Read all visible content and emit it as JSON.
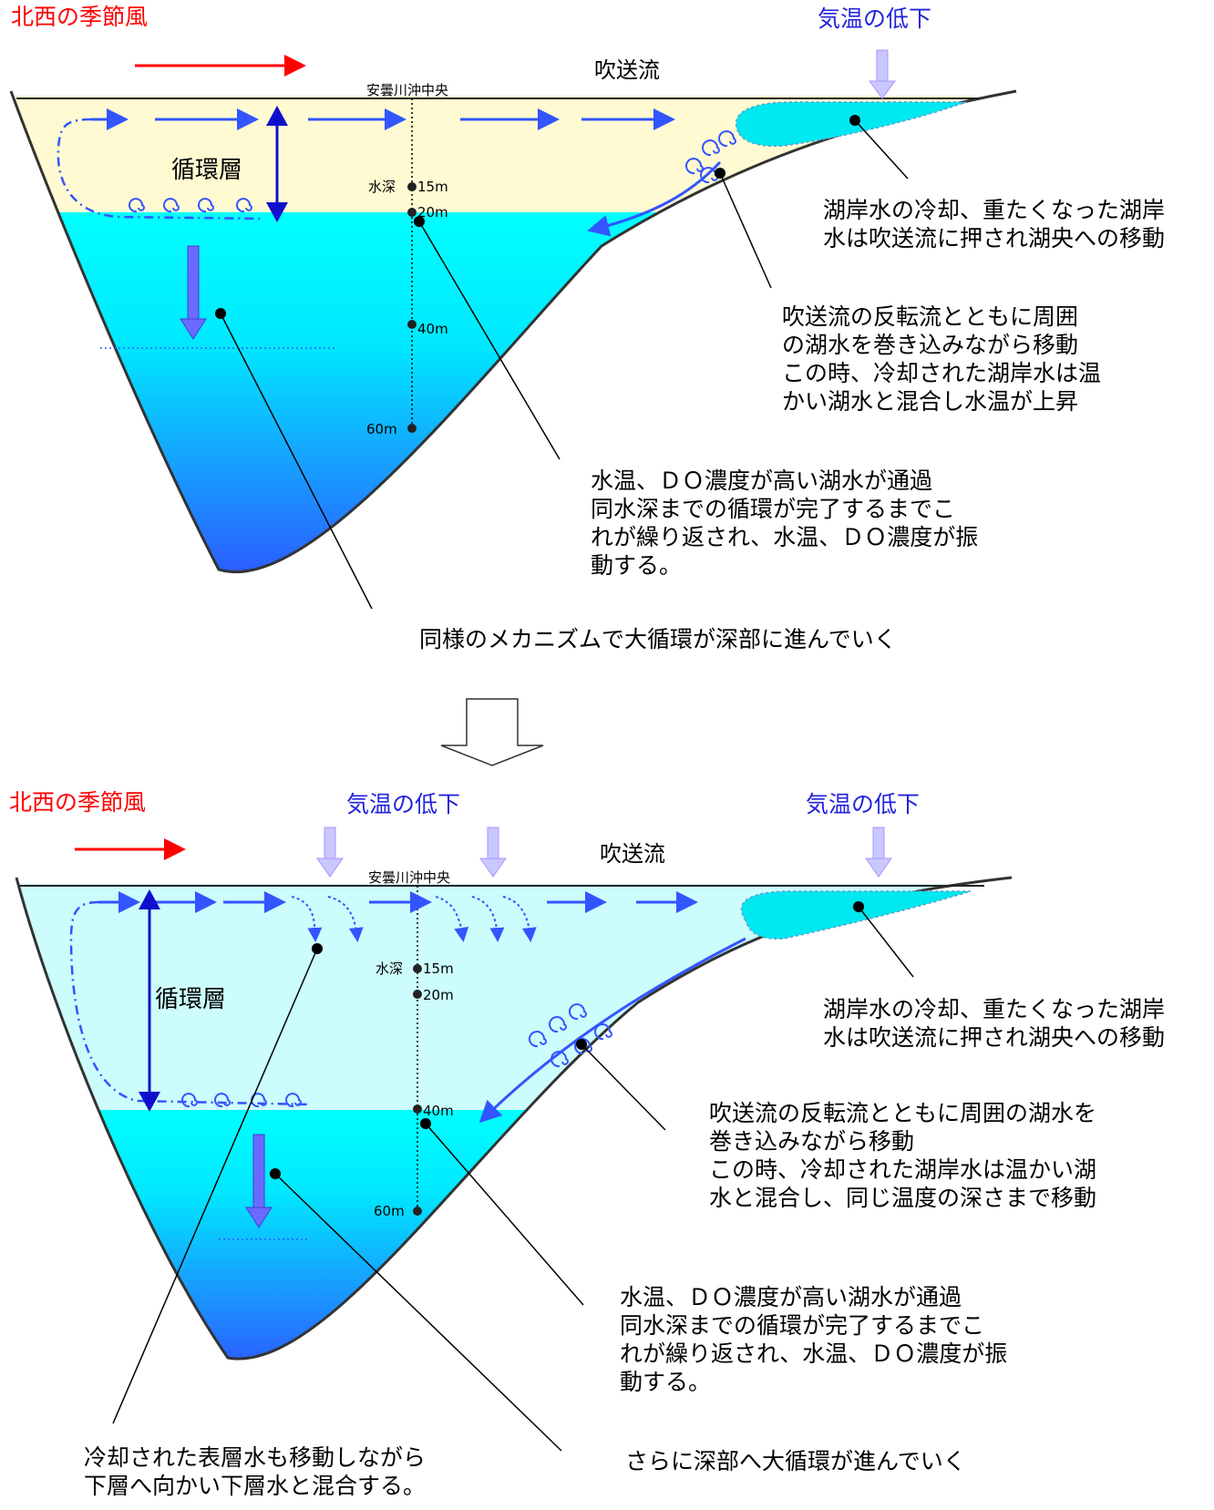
{
  "top": {
    "wind_label": "北西の季節風",
    "cooling_label": "気温の低下",
    "current_label": "吹送流",
    "station_label": "安曇川沖中央",
    "layer_label": "循環層",
    "depth_prefix": "水深",
    "depths": [
      "15m",
      "20m",
      "40m",
      "60m"
    ],
    "ann_shore": [
      "湖岸水の冷却、重たくなった湖岸",
      "水は吹送流に押され湖央への移動"
    ],
    "ann_return": [
      "吹送流の反転流とともに周囲",
      "の湖水を巻き込みながら移動",
      "この時、冷却された湖岸水は温",
      "かい湖水と混合し水温が上昇"
    ],
    "ann_oscillation": [
      "水温、ＤＯ濃度が高い湖水が通過",
      "同水深までの循環が完了するまでこ",
      "れが繰り返され、水温、ＤＯ濃度が振",
      "動する。"
    ],
    "ann_deep": "同様のメカニズムで大循環が深部に進んでいく"
  },
  "bottom": {
    "wind_label": "北西の季節風",
    "cooling_label_1": "気温の低下",
    "cooling_label_2": "気温の低下",
    "current_label": "吹送流",
    "station_label": "安曇川沖中央",
    "layer_label": "循環層",
    "depth_prefix": "水深",
    "depths": [
      "15m",
      "20m",
      "40m",
      "60m"
    ],
    "ann_shore": [
      "湖岸水の冷却、重たくなった湖岸",
      "水は吹送流に押され湖央への移動"
    ],
    "ann_return": [
      "吹送流の反転流とともに周囲の湖水を",
      "巻き込みながら移動",
      "この時、冷却された湖岸水は温かい湖",
      "水と混合し、同じ温度の深さまで移動"
    ],
    "ann_oscillation": [
      "水温、ＤＯ濃度が高い湖水が通過",
      "同水深までの循環が完了するまでこ",
      "れが繰り返され、水温、ＤＯ濃度が振",
      "動する。"
    ],
    "ann_surface": [
      "冷却された表層水も移動しながら",
      "下層へ向かい下層水と混合する。"
    ],
    "ann_deeper": "さらに深部へ大循環が進んでいく"
  },
  "colors": {
    "wind_arrow": "#ff0000",
    "current_arrow": "#3355ff",
    "cooling_arrow": "#bbbbff",
    "mixed_layer_top": "#fff8d0",
    "mixed_layer_bottom": "#d0ffff",
    "lower_water_top": "#00ffff",
    "lower_water_bottom": "#3355ff"
  }
}
